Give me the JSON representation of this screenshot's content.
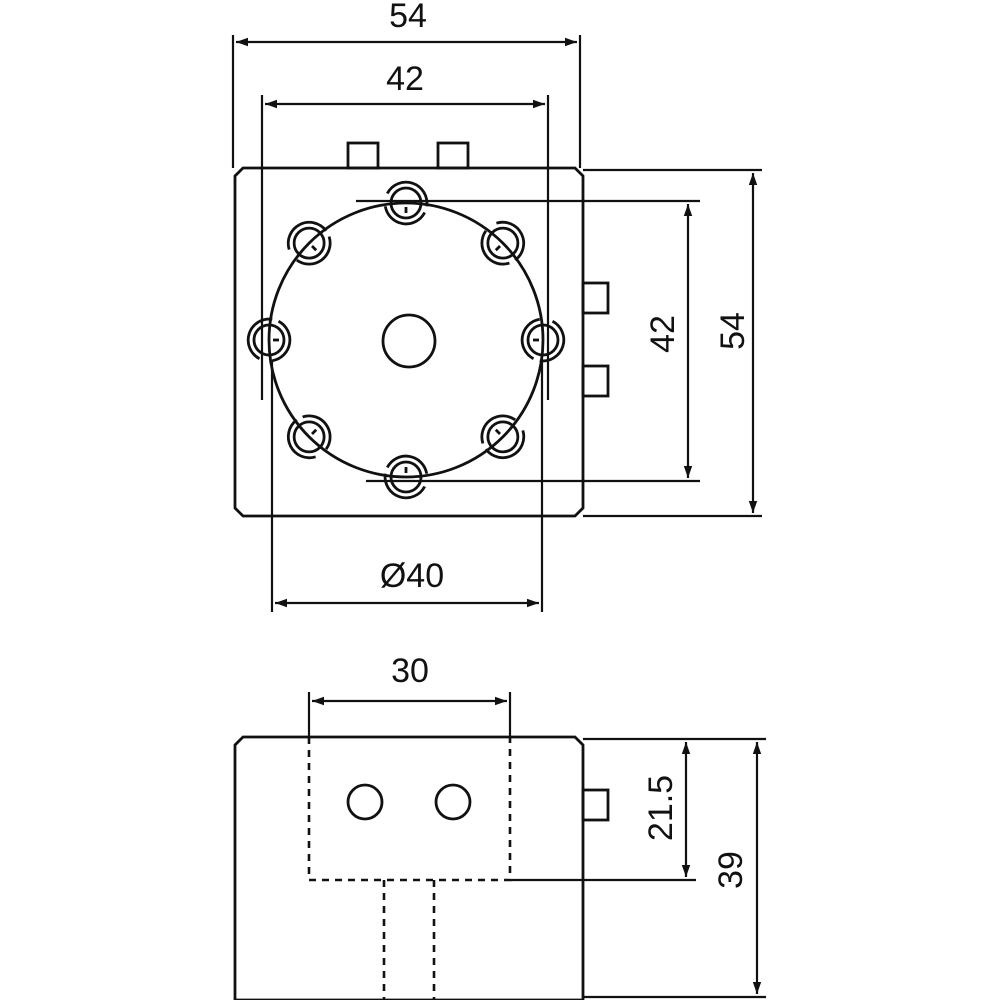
{
  "colors": {
    "line": "#111111",
    "background": "#ffffff"
  },
  "top_view": {
    "dim_width_outer": "54",
    "dim_width_inner": "42",
    "dim_height_outer": "54",
    "dim_height_inner": "42",
    "dim_bolt_circle": "Ø40",
    "bolt_hole_count": 8
  },
  "front_view": {
    "dim_cavity_width": "30",
    "dim_cavity_height": "21.5",
    "dim_total_height": "39"
  }
}
